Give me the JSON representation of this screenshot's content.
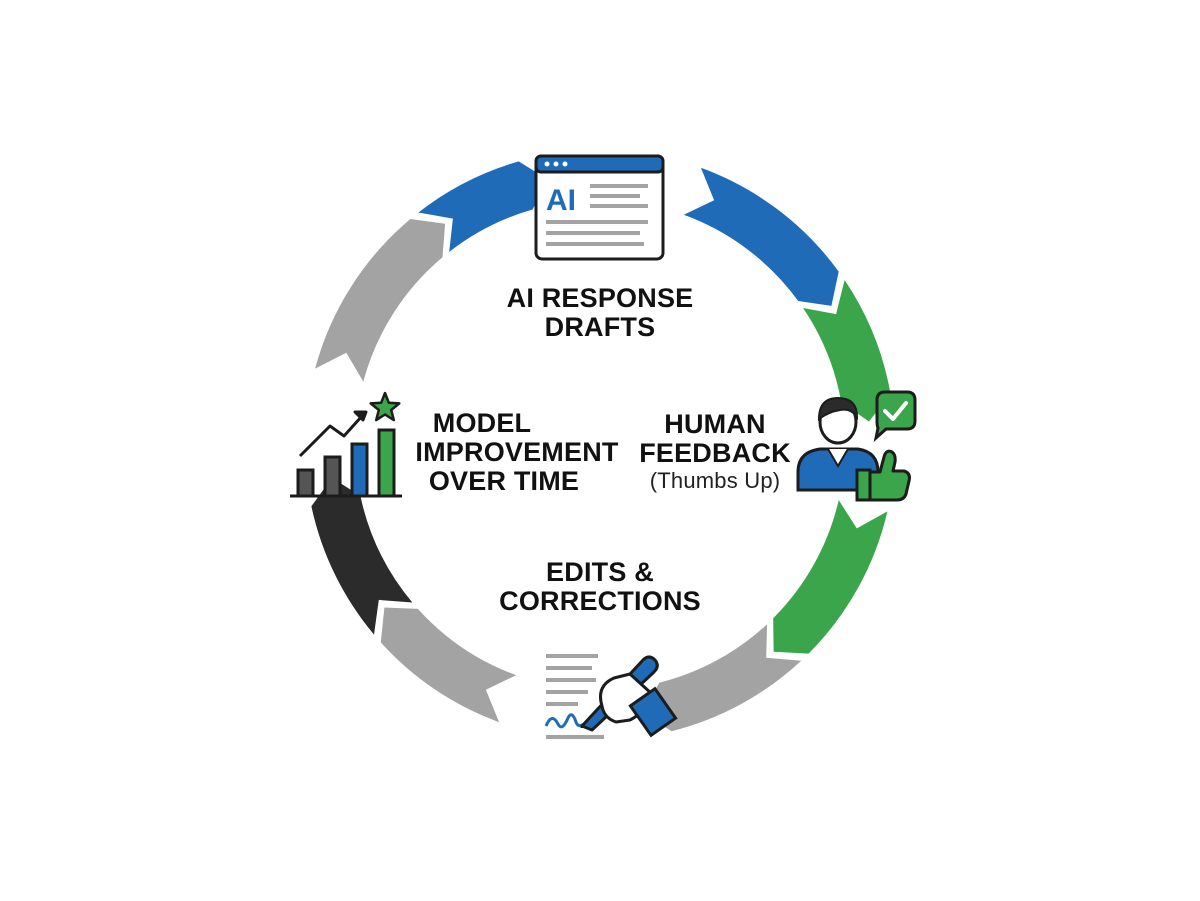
{
  "colors": {
    "blue": "#1F6BB8",
    "green": "#3AA54B",
    "gray": "#A3A3A3",
    "black": "#2B2B2B",
    "outline": "#1C1C1C"
  },
  "icons": {
    "top": "ai-response-window-icon",
    "right": "person-thumbs-up-feedback-icon",
    "bottom": "document-pen-edit-icon",
    "left": "growth-chart-star-icon"
  },
  "stages": {
    "draft": {
      "line1": "AI RESPONSE",
      "line2": "DRAFTS",
      "icon_text": "AI"
    },
    "feedback": {
      "line1": "HUMAN",
      "line2": "FEEDBACK",
      "sub": "(Thumbs Up)"
    },
    "edits": {
      "line1": "EDITS &",
      "line2": "CORRECTIONS"
    },
    "improve": {
      "line1": "MODEL",
      "line2": "IMPROVEMENT",
      "line3": "OVER TIME"
    }
  }
}
